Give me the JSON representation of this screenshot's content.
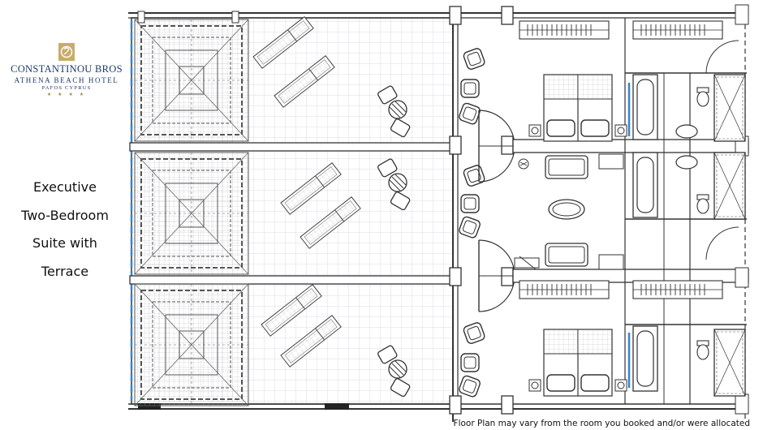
{
  "logo": {
    "line1": "CONSTANTINOU BROS",
    "line2": "ATHENA BEACH HOTEL",
    "line3": "PAFOS CYPRUS",
    "stars": "★ ★ ★ ★",
    "gold": "#c9ac6a",
    "navy": "#1c3a6b"
  },
  "title": {
    "line1": "Executive",
    "line2": "Two-Bedroom",
    "line3": "Suite with",
    "line4": "Terrace"
  },
  "footnote": "Floor Plan may vary from the room you booked and/or were allocated",
  "plan": {
    "wall_color": "#333333",
    "line_color": "#555555",
    "grid_color": "#cfd4dc",
    "glass_color": "#3b83c9"
  }
}
